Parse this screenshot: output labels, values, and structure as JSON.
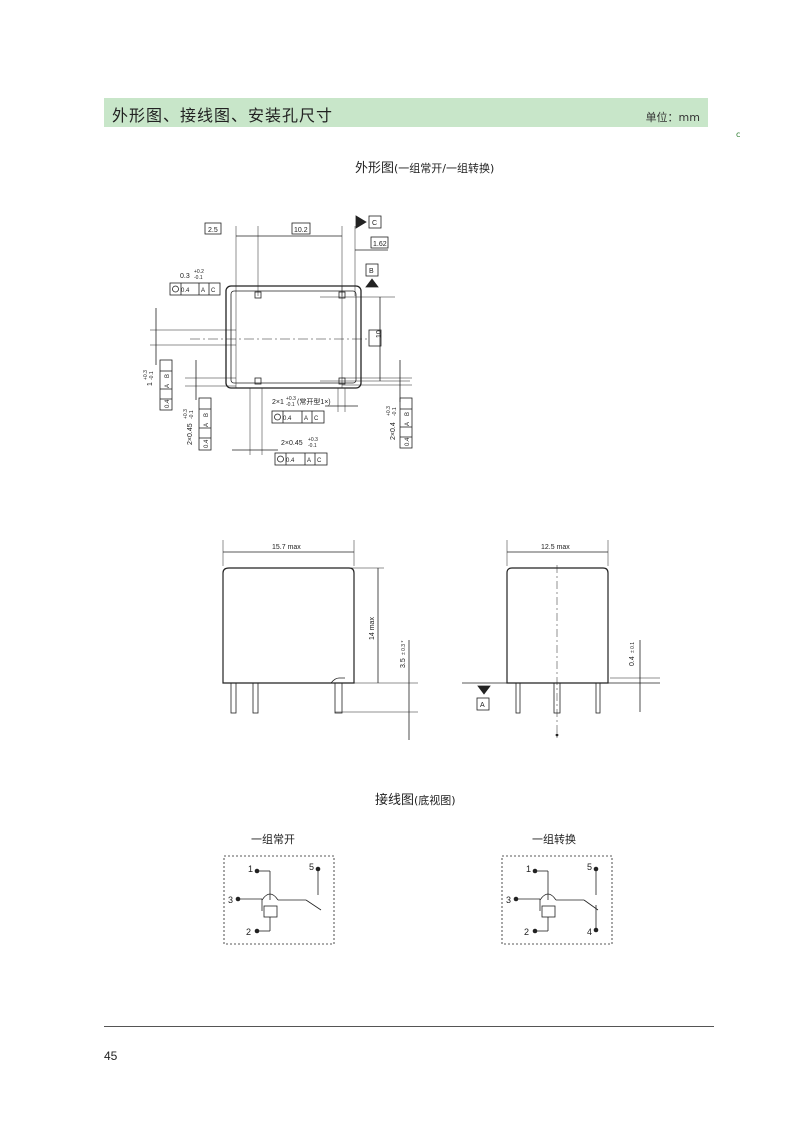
{
  "header": {
    "title": "外形图、接线图、安装孔尺寸",
    "unit": "单位：mm"
  },
  "corner_mark": "c",
  "outline": {
    "caption_main": "外形图",
    "caption_sub": "(一组常开/一组转换)",
    "top_view": {
      "dim_a": "2.5",
      "dim_b": "10.2",
      "dim_c": "1.62",
      "dim_d": "10",
      "datum_c": "C",
      "datum_b": "B",
      "hole_tol": "0.3",
      "hole_tol_up": "+0.2",
      "hole_tol_dn": "-0.1",
      "fcf_value": "0.4",
      "fcf_ref_a": "A",
      "fcf_ref_b": "B",
      "fcf_ref_c": "C",
      "left_dim_1": "1",
      "left_dim_1_up": "+0.3",
      "left_dim_1_dn": "-0.1",
      "left_dim_2": "2×0.45",
      "left_dim_2_up": "+0.3",
      "left_dim_2_dn": "-0.1",
      "right_dim": "2×0.4",
      "right_dim_up": "+0.3",
      "right_dim_dn": "-0.1",
      "bottom_dim_1": "2×1",
      "bottom_dim_1_up": "+0.3",
      "bottom_dim_1_dn": "-0.1",
      "bottom_dim_1_note": "(常开型1×)",
      "bottom_dim_2": "2×0.45",
      "bottom_dim_2_up": "+0.3",
      "bottom_dim_2_dn": "-0.1"
    },
    "front_view": {
      "width": "15.7 max",
      "height": "14 max",
      "pin_len": "3.5",
      "pin_len_tol": "± 0.3 *"
    },
    "side_view": {
      "width": "12.5 max",
      "pin_dim": "0.4",
      "pin_dim_tol": "± 0.1",
      "datum_a": "A"
    }
  },
  "wiring": {
    "caption_main": "接线图",
    "caption_sub": "(底视图)",
    "left": {
      "title": "一组常开",
      "pins": [
        "1",
        "2",
        "3",
        "5"
      ]
    },
    "right": {
      "title": "一组转换",
      "pins": [
        "1",
        "2",
        "3",
        "4",
        "5"
      ]
    }
  },
  "footer": {
    "page_number": "45"
  }
}
